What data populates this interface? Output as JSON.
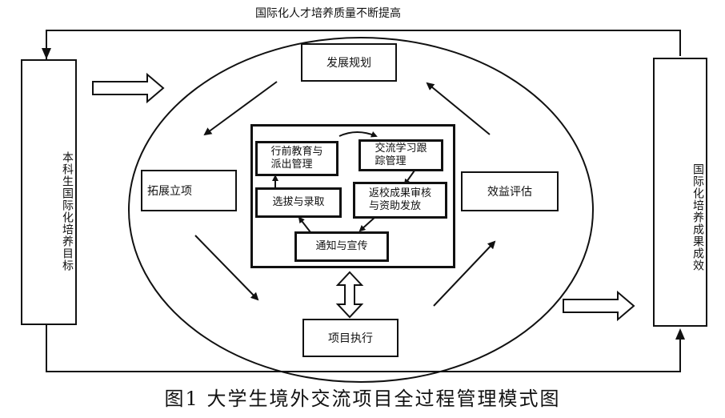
{
  "top_label": "国际化人才培养质量不断提高",
  "left_box": "本科生国际化培养目标",
  "right_box": "国际化培养成果成效",
  "outer_nodes": {
    "planning": "发展规划",
    "project_setup": "拓展立项",
    "evaluation": "效益评估",
    "execution": "项目执行"
  },
  "inner_nodes": {
    "pre_trip": "行前教育与\n派出管理",
    "tracking": "交流学习跟\n踪管理",
    "selection": "选拔与录取",
    "return_review": "返校成果审核\n与资助发放",
    "notice": "通知与宣传"
  },
  "caption": "图1   大学生境外交流项目全过程管理模式图"
}
